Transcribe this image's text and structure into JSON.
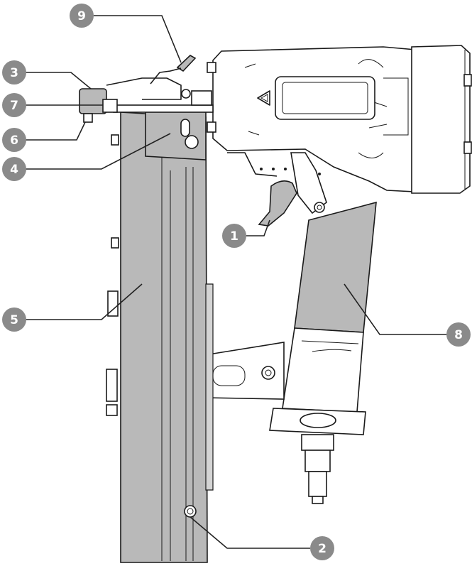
{
  "callouts": [
    {
      "id": "9",
      "label": "9"
    },
    {
      "id": "3",
      "label": "3"
    },
    {
      "id": "7",
      "label": "7"
    },
    {
      "id": "6",
      "label": "6"
    },
    {
      "id": "4",
      "label": "4"
    },
    {
      "id": "1",
      "label": "1"
    },
    {
      "id": "5",
      "label": "5"
    },
    {
      "id": "8",
      "label": "8"
    },
    {
      "id": "2",
      "label": "2"
    }
  ],
  "colors": {
    "callout_fill": "#8a8a8a",
    "part_gray": "#b9b9b9",
    "outline": "#1a1a1a"
  }
}
